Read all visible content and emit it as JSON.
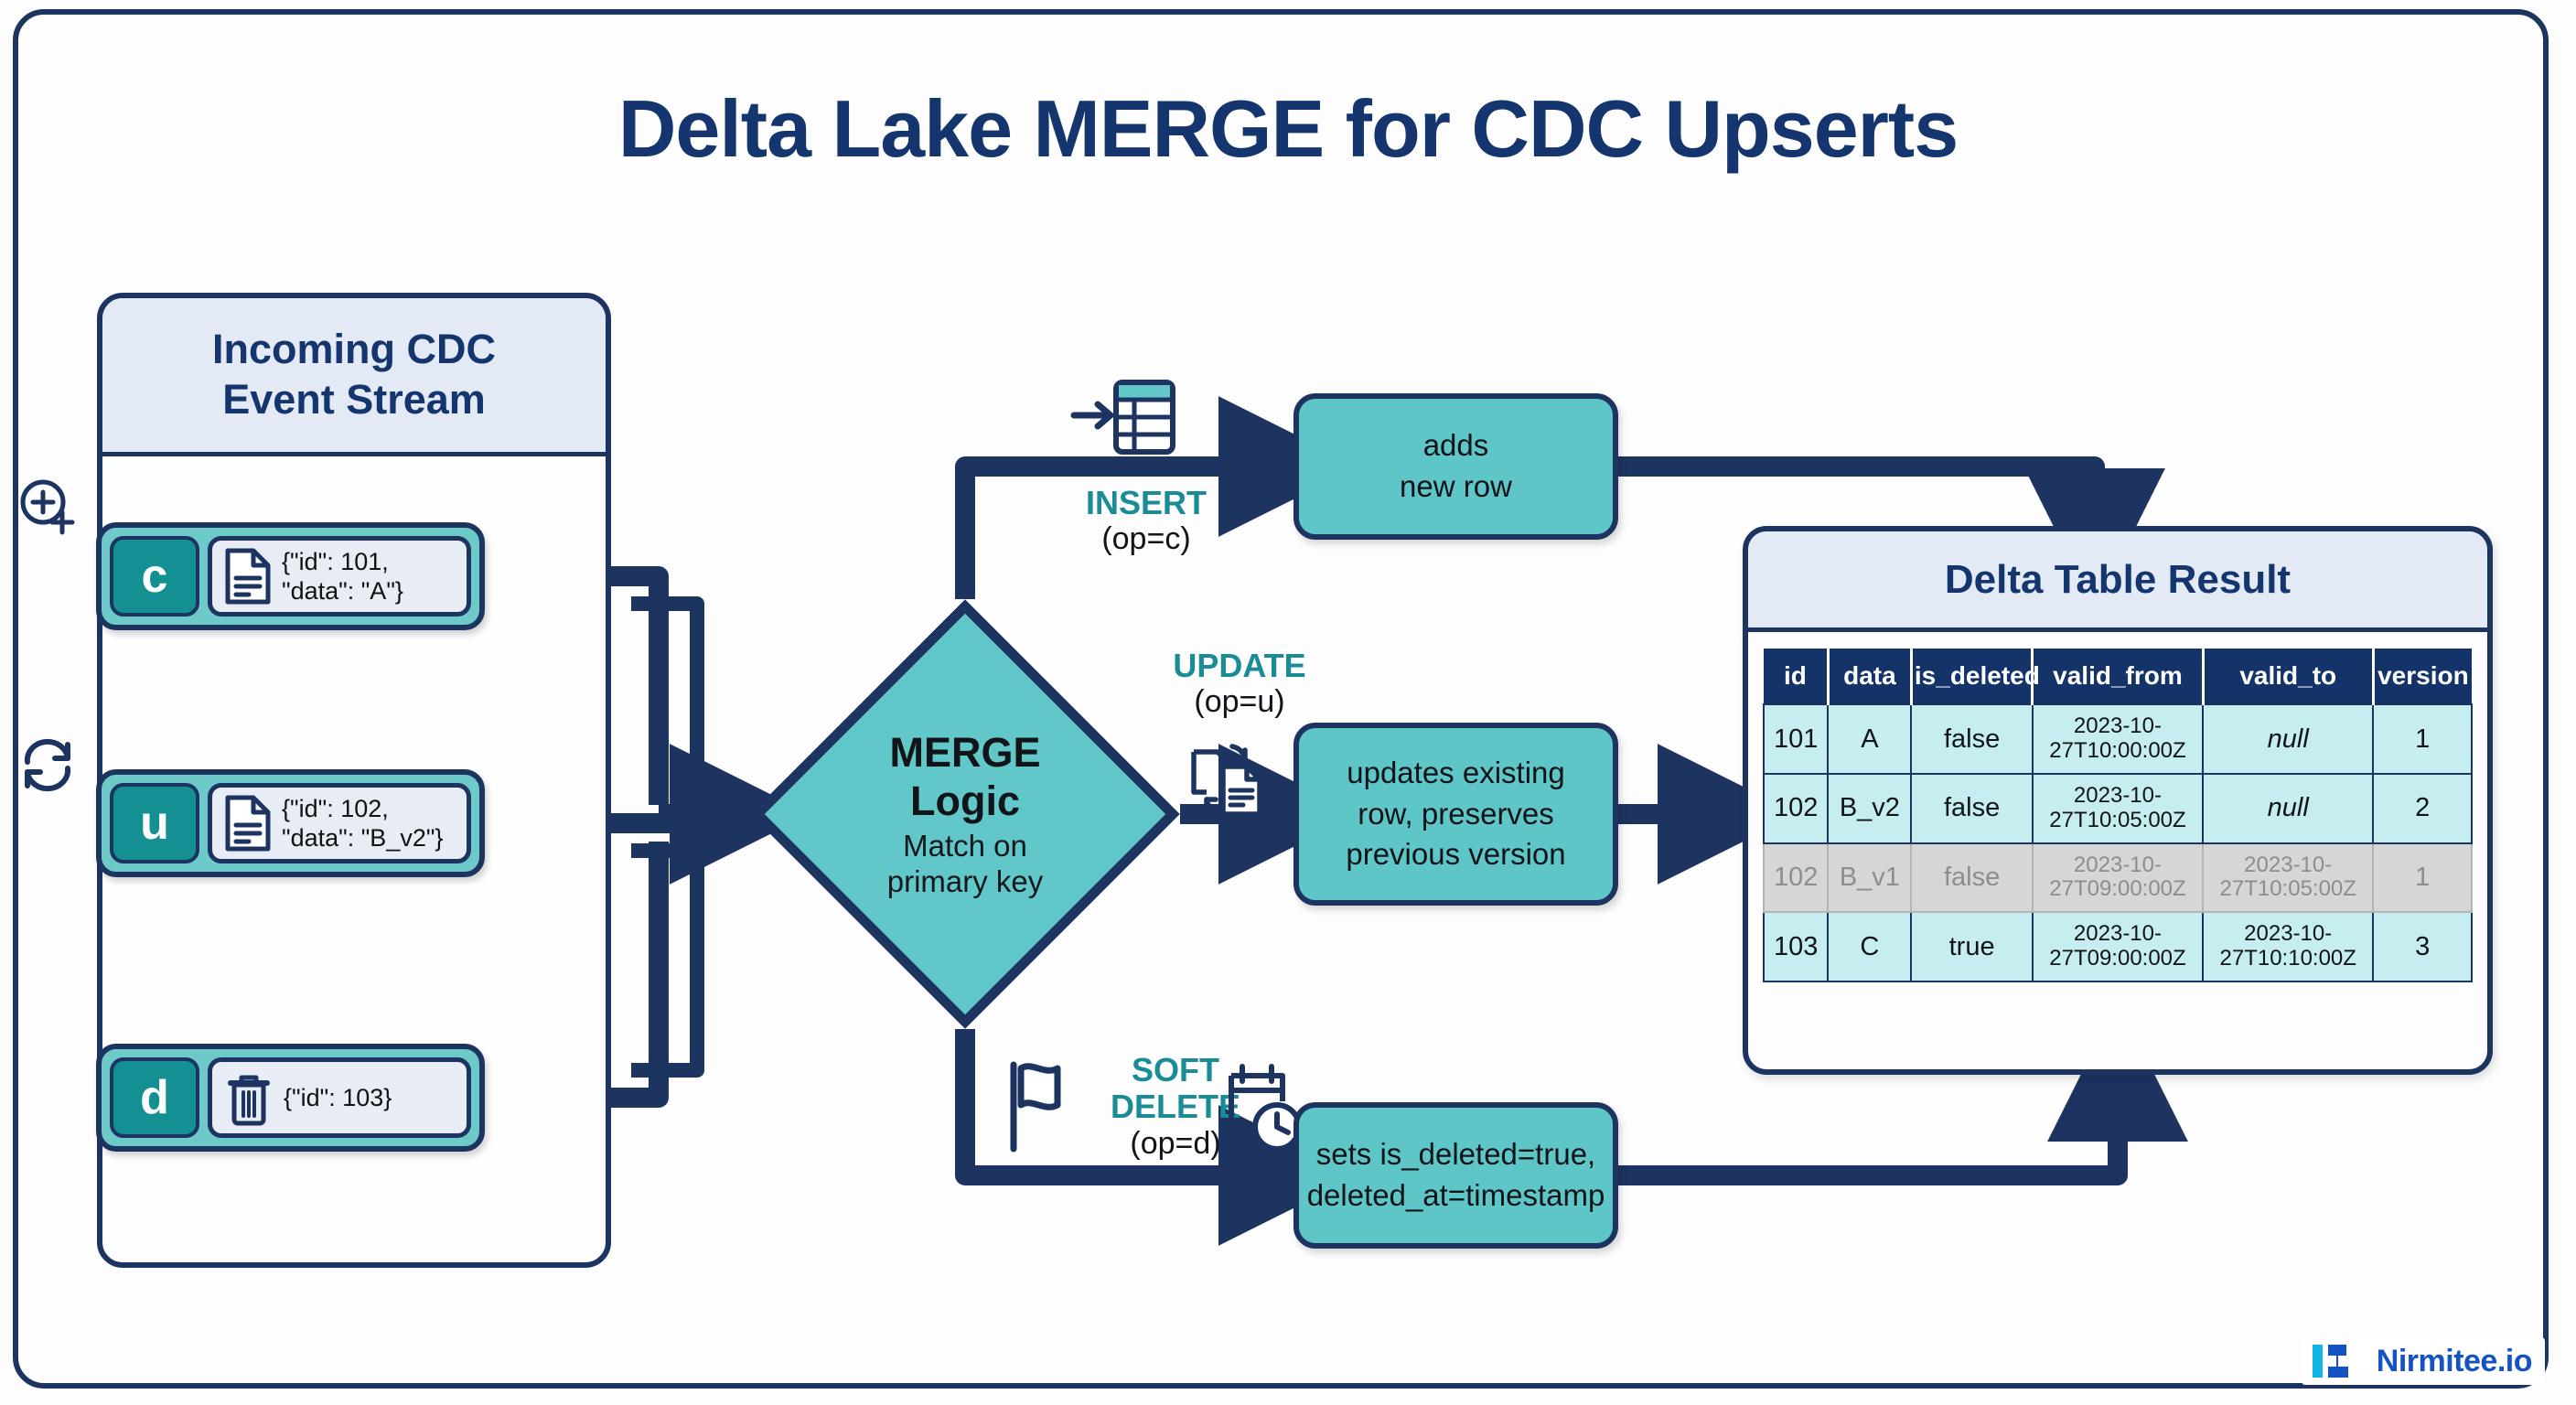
{
  "page": {
    "title": "Delta Lake MERGE for CDC Upserts",
    "accent_teal": "#5fc6c8",
    "accent_dark_teal": "#148f92",
    "accent_navy": "#1d3461",
    "label_teal": "#1a8c96",
    "header_band": "#e3eaf5",
    "table_header": "#143469",
    "table_cell": "#c6eef0",
    "dimmed_cell": "#d6d6d6"
  },
  "cdc_panel": {
    "title_line1": "Incoming CDC",
    "title_line2": "Event Stream",
    "events": [
      {
        "op": "c",
        "payload_line1": "{\"id\": 101,",
        "payload_line2": "\"data\": \"A\"}",
        "payload_icon": "document-icon",
        "leading_icon": "plus-circle-icon"
      },
      {
        "op": "u",
        "payload_line1": "{\"id\": 102,",
        "payload_line2": "\"data\": \"B_v2\"}",
        "payload_icon": "document-icon",
        "leading_icon": "refresh-cycle-icon"
      },
      {
        "op": "d",
        "payload_line1": "{\"id\": 103}",
        "payload_line2": "",
        "payload_icon": "trash-icon",
        "leading_icon": "none"
      }
    ]
  },
  "merge": {
    "title_line1": "MERGE",
    "title_line2": "Logic",
    "subtitle_line1": "Match on",
    "subtitle_line2": "primary key"
  },
  "branches": [
    {
      "key": "insert",
      "label_main": "INSERT",
      "label_sub": "(op=c)",
      "icon": "insert-row-icon",
      "box_line1": "adds",
      "box_line2": "new row"
    },
    {
      "key": "update",
      "label_main": "UPDATE",
      "label_sub": "(op=u)",
      "icon": "document-sync-icon",
      "box_line1": "updates existing",
      "box_line2": "row, preserves",
      "box_line3": "previous version"
    },
    {
      "key": "soft_delete",
      "label_main_line1": "SOFT",
      "label_main_line2": "DELETE",
      "label_sub": "(op=d)",
      "icon_left": "flag-icon",
      "icon_right": "calendar-clock-icon",
      "box_line1": "sets is_deleted=true,",
      "box_line2": "deleted_at=timestamp"
    }
  ],
  "delta_table": {
    "title": "Delta Table Result",
    "columns": [
      "id",
      "data",
      "is_deleted",
      "valid_from",
      "valid_to",
      "version"
    ],
    "rows": [
      {
        "dimmed": false,
        "cells": [
          "101",
          "A",
          "false",
          "2023-10-27T10:00:00Z",
          "null",
          "1"
        ],
        "null_cols": [
          4
        ]
      },
      {
        "dimmed": false,
        "cells": [
          "102",
          "B_v2",
          "false",
          "2023-10-27T10:05:00Z",
          "null",
          "2"
        ],
        "null_cols": [
          4
        ]
      },
      {
        "dimmed": true,
        "cells": [
          "102",
          "B_v1",
          "false",
          "2023-10-27T09:00:00Z",
          "2023-10-27T10:05:00Z",
          "1"
        ],
        "null_cols": []
      },
      {
        "dimmed": false,
        "cells": [
          "103",
          "C",
          "true",
          "2023-10-27T09:00:00Z",
          "2023-10-27T10:10:00Z",
          "3"
        ],
        "null_cols": []
      }
    ]
  },
  "brand": {
    "name": "Nirmitee.io",
    "mark": "nirmitee-logo-icon",
    "mark_color_light": "#13b5e8",
    "mark_color_dark": "#1553c4"
  }
}
